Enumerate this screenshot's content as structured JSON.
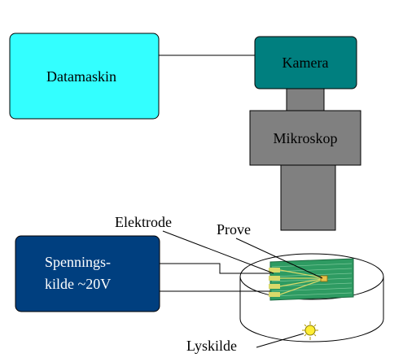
{
  "blocks": {
    "computer": {
      "label": "Datamaskin",
      "fill": "#33ffff"
    },
    "camera": {
      "label": "Kamera",
      "fill": "#007f7f"
    },
    "microscope": {
      "label": "Mikroskop",
      "fill": "#808080"
    },
    "power_supply": {
      "line1": "Spennings-",
      "line2": "kilde  ~20V",
      "fill": "#003f7f"
    }
  },
  "annotations": {
    "electrode": "Elektrode",
    "sample": "Prove",
    "light_source": "Lyskilde"
  },
  "colors": {
    "chip": "#2e9b62",
    "electrode_pads": "#d9d96a",
    "bulb": "#ffee33"
  }
}
